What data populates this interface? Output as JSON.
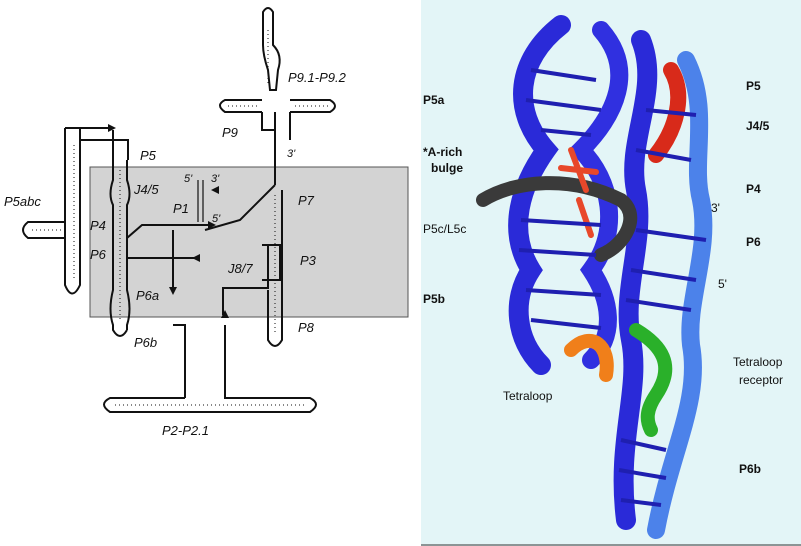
{
  "secondary_structure": {
    "labels": {
      "p9_1_p9_2": "P9.1-P9.2",
      "p9": "P9",
      "three_prime_top": "3'",
      "p5": "P5",
      "p5abc": "P5abc",
      "j4_5": "J4/5",
      "five_prime_inner": "5'",
      "three_prime_inner": "3'",
      "p1": "P1",
      "five_prime_p1": "5'",
      "p7": "P7",
      "p4": "P4",
      "p6": "P6",
      "p3": "P3",
      "j8_7": "J8/7",
      "p6a": "P6a",
      "p8": "P8",
      "p6b": "P6b",
      "p2_p2_1": "P2-P2.1"
    },
    "colors": {
      "core_box": "#d3d3d3",
      "line": "#111111"
    }
  },
  "tertiary_structure": {
    "labels": {
      "p5a": "P5a",
      "p5": "P5",
      "j4_5": "J4/5",
      "a_rich_bulge_line1": "*A-rich",
      "a_rich_bulge_line2": "bulge",
      "p4": "P4",
      "three_prime": "3'",
      "p5c_l5c": "P5c/L5c",
      "p6": "P6",
      "five_prime": "5'",
      "p5b": "P5b",
      "tetraloop_receptor_line1": "Tetraloop",
      "tetraloop_receptor_line2": "receptor",
      "tetraloop": "Tetraloop",
      "p6b": "P6b"
    },
    "colors": {
      "background": "#e3f5f7",
      "strand_dark": "#2a2ad8",
      "strand_light": "#4c82ea",
      "j4_5": "#d82a1a",
      "a_rich_bulge": "#e8482a",
      "p5c_l5c": "#3a3a3a",
      "tetraloop": "#f07f1a",
      "tetraloop_receptor": "#2ab02a"
    }
  }
}
